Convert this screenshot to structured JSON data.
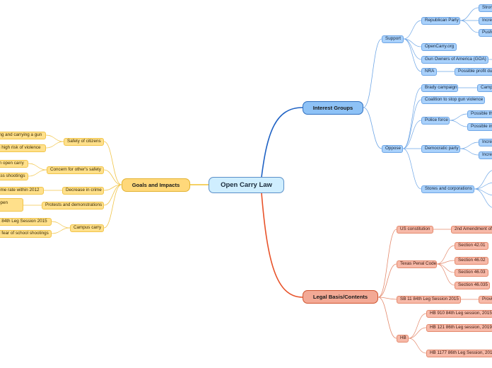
{
  "center": "Open Carry Law",
  "branches": {
    "interest": {
      "label": "Interest Groups",
      "support": {
        "label": "Support",
        "republican": {
          "label": "Republican Party",
          "children": [
            "Stron",
            "Incre",
            "Push"
          ]
        },
        "opencarry_org": "OpenCarry.org",
        "goa": "Gun Owners of America (GOA)",
        "nra": {
          "label": "NRA",
          "child": "Possible profit du"
        }
      },
      "oppose": {
        "label": "Oppose",
        "brady": {
          "label": "Brady campaign",
          "child": "Camp"
        },
        "coalition": "Coalition to stop gun violence",
        "police": {
          "label": "Police force",
          "children": [
            "Possible th",
            "Possible inc"
          ]
        },
        "democratic": {
          "label": "Democratic party",
          "children": [
            "Incre",
            "Incre"
          ]
        },
        "stores": "Stores and corporations"
      }
    },
    "legal": {
      "label": "Legal Basis/Contents",
      "us_constitution": {
        "label": "US constitution",
        "child": "2nd Amendment of"
      },
      "penal_code": {
        "label": "Texas Penal Code",
        "children": [
          "Section 42.01",
          "Section 46.02",
          "Section 46.03",
          "Section 46.035"
        ]
      },
      "sb11": {
        "label": "SB 11 84th Leg Session 2015",
        "child": "Provi"
      },
      "hb": {
        "label": "HB",
        "children": [
          "HB 910 84th Leg session, 2015",
          "HB 121 86th Leg session, 2019",
          "HB 1177 86th Leg Session, 201"
        ]
      }
    },
    "goals": {
      "label": "Goals and Impacts",
      "safety": {
        "label": "Safety of citizens",
        "children": [
          "ing and carrying a gun",
          "h high risk of violence"
        ]
      },
      "concern": {
        "label": "Concern for other's safety",
        "children": [
          "th open carry",
          "ass shootings"
        ]
      },
      "crime": {
        "label": "Decrease in crime",
        "child": "rime rate within 2012"
      },
      "protests": {
        "label": "Protests and demonstrations",
        "child": "open"
      },
      "campus": {
        "label": "Campus carry",
        "children": [
          "1 84th Leg Session 2015",
          "d fear of school shootings"
        ]
      }
    }
  },
  "colors": {
    "blue": "#1f62c4",
    "orange": "#e8532a",
    "yellow": "#f2c232",
    "center": "#cfeeff"
  }
}
